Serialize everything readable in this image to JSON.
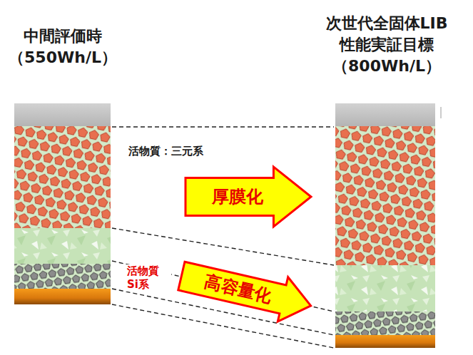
{
  "diagram": {
    "nodes": [
      {
        "text": [
          "中間評価時 （550Wh/L）"
        ]
      },
      {
        "text": [
          "次世代全固体LIB 性能実証目標 （800Wh/L）"
        ]
      },
      {
        "text": [
          "厚膜化"
        ]
      },
      {
        "text": [
          "高容量化"
        ]
      }
    ],
    "labels": [
      "活物質：三元系",
      "活物質 Si系"
    ]
  }
}
